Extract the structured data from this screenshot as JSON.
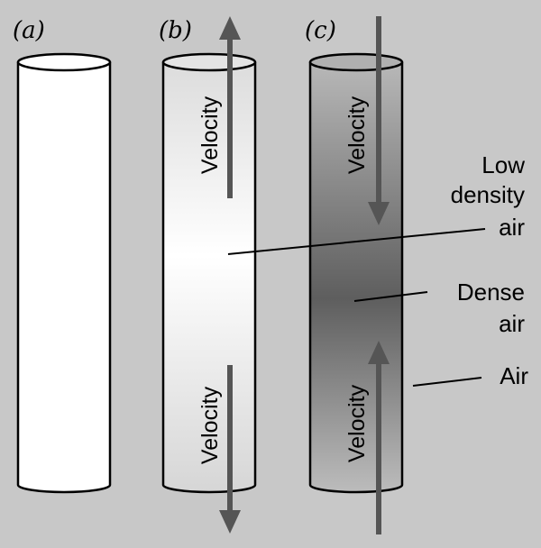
{
  "panels": [
    {
      "label": "(a)"
    },
    {
      "label": "(b)"
    },
    {
      "label": "(c)"
    }
  ],
  "velocity_label": "Velocity",
  "annotations": {
    "low_density": [
      "Low",
      "density",
      "air"
    ],
    "dense": [
      "Dense",
      "air"
    ],
    "air": "Air"
  },
  "colors": {
    "background": "#c8c8c8",
    "arrow": "#555555",
    "outline": "#000000",
    "dense_core": "#5e5e5e",
    "light_core": "#ffffff"
  }
}
